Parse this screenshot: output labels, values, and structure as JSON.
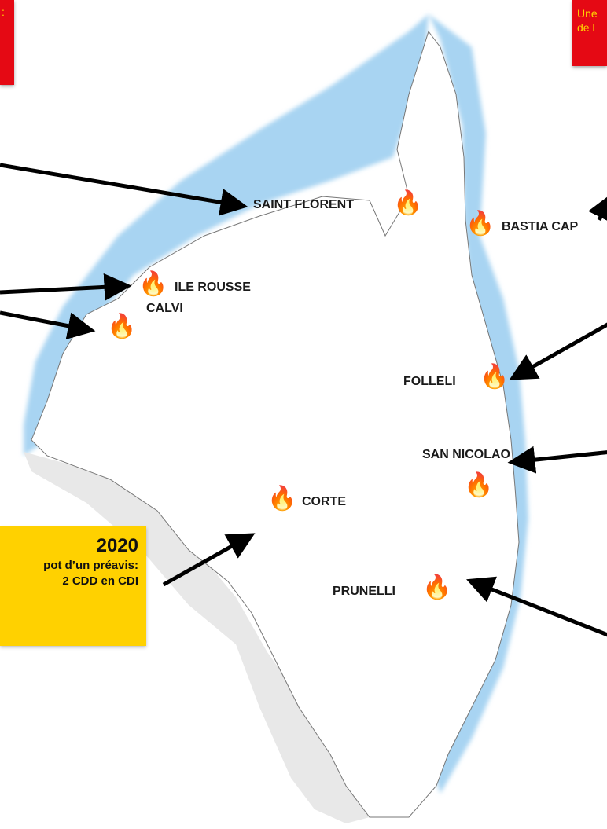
{
  "red_note_left": {
    "text": ":"
  },
  "red_note_right": {
    "lines": [
      "Une",
      "de l"
    ]
  },
  "cities": {
    "saint_florent": "SAINT FLORENT",
    "bastia_cap": "BASTIA CAP",
    "ile_rousse": "ILE ROUSSE",
    "calvi": "CALVI",
    "folleli": "FOLLELI",
    "san_nicolao": "SAN NICOLAO",
    "corte": "CORTE",
    "prunelli": "PRUNELLI"
  },
  "callout_2020": {
    "year": "2020",
    "line1": "pot d’un préavis:",
    "line2": "2 CDD en CDI"
  },
  "icons": {
    "marker": "fire-icon",
    "fire_glyph": "🔥"
  },
  "colors": {
    "sea": "#a8d4f2",
    "region": "#ffffff",
    "outside_region": "#e8e8e8",
    "note_red": "#e50914",
    "note_text": "#ffd400",
    "callout_yellow": "#ffd100",
    "arrow": "#000000"
  }
}
